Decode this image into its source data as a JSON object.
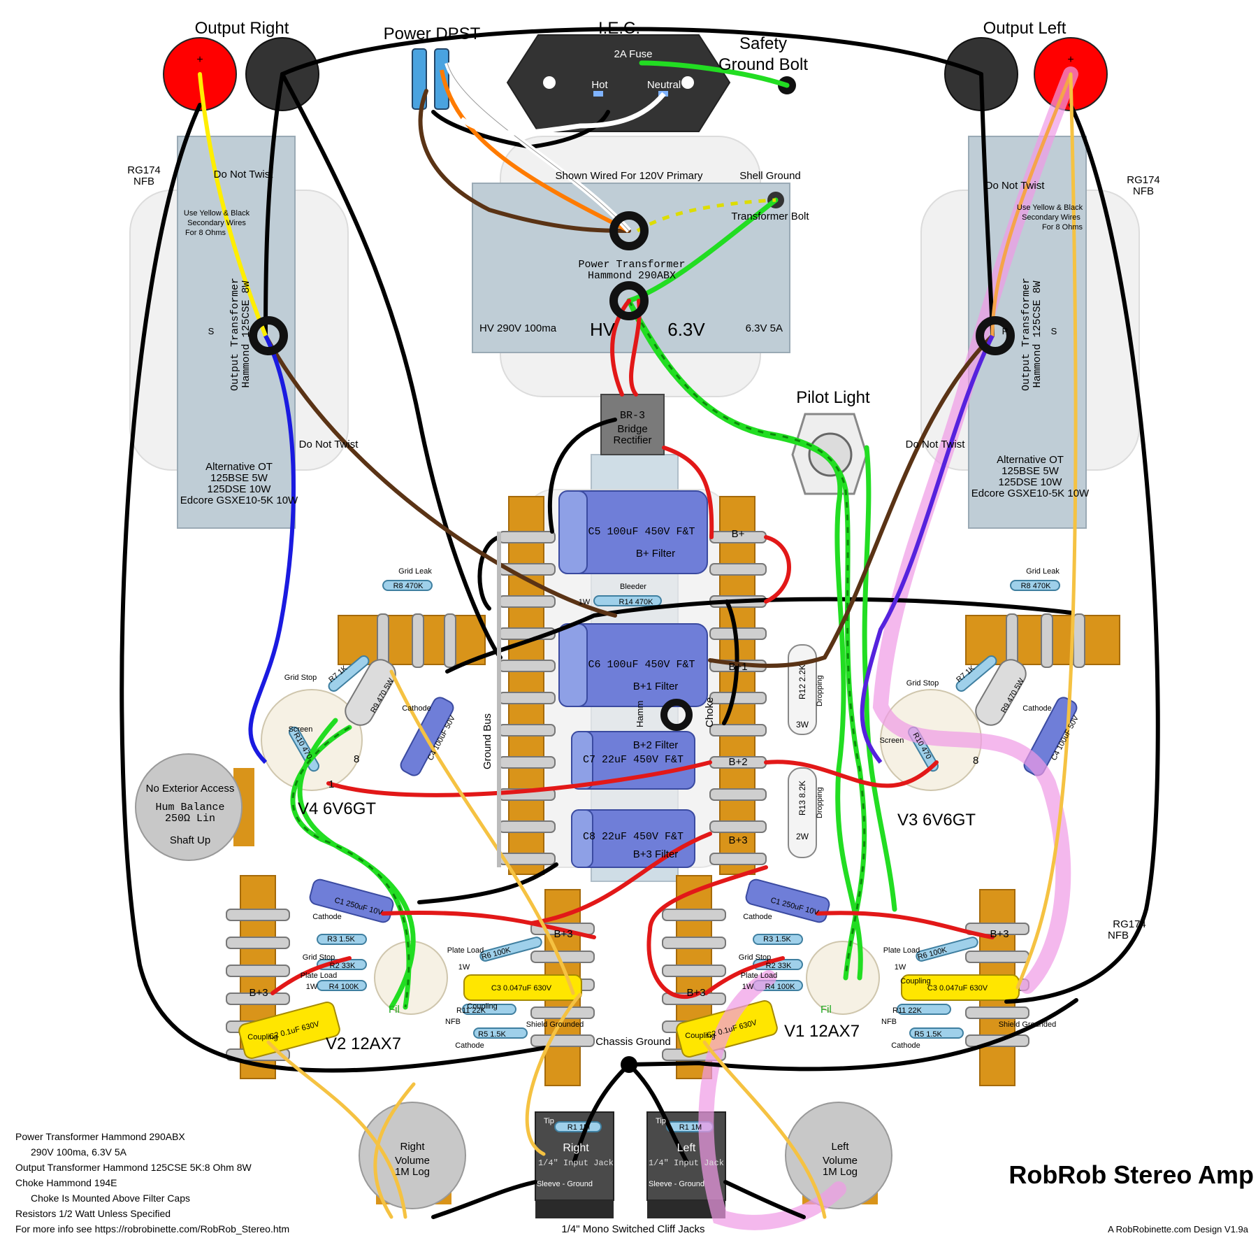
{
  "top": {
    "output_right": "Output Right",
    "output_left": "Output Left",
    "power_dpst": "Power DPST",
    "iec": "I.E.C.",
    "fuse": "2A Fuse",
    "hot": "Hot",
    "neutral": "Neutral",
    "safety_ground_1": "Safety",
    "safety_ground_2": "Ground Bolt",
    "plus": "+"
  },
  "power_transformer": {
    "wired_for": "Shown Wired For 120V Primary",
    "shell_ground": "Shell Ground",
    "transformer_bolt": "Transformer Bolt",
    "name_1": "Power Transformer",
    "name_2": "Hammond 290ABX",
    "hv_spec": "HV 290V 100ma",
    "hv": "HV",
    "fil": "6.3V",
    "fil_spec": "6.3V 5A"
  },
  "ot_right": {
    "rg174": "RG174",
    "nfb": "NFB",
    "do_not_twist_top": "Do Not Twist",
    "note_1": "Use Yellow & Black",
    "note_2": "Secondary Wires",
    "note_3": "For 8 Ohms",
    "s": "S",
    "name_1": "Output Transformer",
    "name_2": "Hammond 125CSE 8W",
    "do_not_twist_bottom": "Do Not Twist",
    "alt_1": "Alternative OT",
    "alt_2": "125BSE 5W",
    "alt_3": "125DSE 10W",
    "alt_4": "Edcore GSXE10-5K 10W"
  },
  "ot_left": {
    "rg174": "RG174",
    "nfb": "NFB",
    "do_not_twist_top": "Do Not Twist",
    "note_1": "Use Yellow & Black",
    "note_2": "Secondary Wires",
    "note_3": "For 8 Ohms",
    "s": "S",
    "p": "P",
    "name_1": "Output Transformer",
    "name_2": "Hammond 125CSE 8W",
    "do_not_twist_bottom": "Do Not Twist",
    "alt_1": "Alternative OT",
    "alt_2": "125BSE 5W",
    "alt_3": "125DSE 10W",
    "alt_4": "Edcore GSXE10-5K 10W"
  },
  "rectifier": {
    "part": "BR-3",
    "name_1": "Bridge",
    "name_2": "Rectifier"
  },
  "pilot_light": "Pilot Light",
  "caps": {
    "c5": "C5  100uF  450V  F&T",
    "c5_role": "B+ Filter",
    "bleeder": "Bleeder",
    "r14": "R14  470K",
    "w1": "1W",
    "c6": "C6  100uF  450V  F&T",
    "c6_role": "B+1 Filter",
    "c7_role": "B+2 Filter",
    "c7": "C7  22uF  450V  F&T",
    "c8": "C8  22uF  450V  F&T",
    "c8_role": "B+3 Filter",
    "b_plus": "B+",
    "b_plus1": "B+1",
    "b_plus2": "B+2",
    "b_plus3": "B+3",
    "ground_bus": "Ground Bus",
    "choke": "Choke",
    "hamm": "Hamm"
  },
  "dropping": {
    "r12": "R12  2.2K",
    "r12_w": "3W",
    "r13": "R13  8.2K",
    "r13_w": "2W",
    "dropping": "Dropping"
  },
  "v4": {
    "grid_leak": "Grid Leak",
    "r8": "R8  470K",
    "grid_stop": "Grid Stop",
    "r7": "R7  1K",
    "r9": "R9  470  5W",
    "cathode": "Cathode",
    "c4": "C4  100uF  50V",
    "screen": "Screen",
    "r10": "R10  470",
    "pin8": "8",
    "pin1": "1",
    "name": "V4 6V6GT"
  },
  "v3": {
    "grid_leak": "Grid Leak",
    "r8": "R8  470K",
    "grid_stop": "Grid Stop",
    "r7": "R7  1K",
    "r9": "R9  470  5W",
    "cathode": "Cathode",
    "c4": "C4  100uF  50V",
    "screen": "Screen",
    "r10": "R10  470",
    "pin8": "8",
    "name": "V3 6V6GT"
  },
  "hum": {
    "no_access": "No Exterior Access",
    "name_1": "Hum Balance",
    "name_2": "250Ω Lin",
    "shaft": "Shaft Up"
  },
  "v2": {
    "c1": "C1  250uF  10V",
    "cathode_top": "Cathode",
    "r3": "R3  1.5K",
    "grid_stop": "Grid Stop",
    "r2": "R2  33K",
    "plate_load": "Plate Load",
    "r4": "R4  100K",
    "w1": "1W",
    "b_plus3": "B+3",
    "plate_load_r": "Plate Load",
    "r6": "R6  100K",
    "w1b": "1W",
    "c3": "C3  0.047uF  630V",
    "coupling": "Coupling",
    "r11": "R11  22K",
    "nfb": "NFB",
    "r5": "R5  1.5K",
    "cathode": "Cathode",
    "shield": "Shield Grounded",
    "c2": "C2  0.1uF  630V",
    "coupling2": "Coupling",
    "fil": "Fil",
    "b_plus3_r": "B+3",
    "name": "V2 12AX7"
  },
  "v1": {
    "c1": "C1  250uF  10V",
    "cathode_top": "Cathode",
    "r3": "R3  1.5K",
    "grid_stop": "Grid Stop",
    "r2": "R2  33K",
    "plate_load": "Plate Load",
    "r4": "R4  100K",
    "w1": "1W",
    "b_plus3": "B+3",
    "plate_load_r": "Plate Load",
    "r6": "R6  100K",
    "w1b": "1W",
    "c3": "C3  0.047uF  630V",
    "coupling": "Coupling",
    "r11": "R11  22K",
    "nfb": "NFB",
    "r5": "R5  1.5K",
    "cathode": "Cathode",
    "shield": "Shield Grounded",
    "c2": "C2  0.1uF  630V",
    "coupling2": "Coupling",
    "fil": "Fil",
    "b_plus3_r": "B+3",
    "name": "V1 12AX7"
  },
  "rg174_nfb_bottom": {
    "rg174": "RG174",
    "nfb": "NFB"
  },
  "chassis_ground": "Chassis Ground",
  "jacks": {
    "right_tip": "Tip",
    "right_r1": "R1  1M",
    "right_name": "Right",
    "right_type": "1/4\" Input Jack",
    "right_sleeve": "Sleeve - Ground",
    "left_tip": "Tip",
    "left_r1": "R1  1M",
    "left_name": "Left",
    "left_type": "1/4\" Input Jack",
    "left_sleeve": "Sleeve - Ground",
    "caption": "1/4\" Mono Switched Cliff Jacks"
  },
  "volume": {
    "right_1": "Right",
    "right_2": "Volume",
    "right_3": "1M Log",
    "left_1": "Left",
    "left_2": "Volume",
    "left_3": "1M Log"
  },
  "notes": [
    "Power Transformer Hammond 290ABX",
    "290V 100ma, 6.3V 5A",
    "Output Transformer Hammond 125CSE 5K:8 Ohm 8W",
    "Choke Hammond 194E",
    "Choke Is Mounted Above Filter Caps",
    "Resistors 1/2 Watt Unless Specified",
    "For more info see https://robrobinette.com/RobRob_Stereo.htm"
  ],
  "title": "RobRob Stereo Amp",
  "credit": "A RobRobinette.com Design V1.9a",
  "colors": {
    "board": "#d9941a",
    "transformer": "#bfcdd6",
    "cap_body": "#6f7ed8",
    "cap_end": "#8ea0e6",
    "wire_green": "#22dd22",
    "wire_red": "#e21818",
    "wire_black": "#000000",
    "wire_yellow": "#f5c242",
    "wire_blue": "#1a1ae0",
    "wire_brown": "#5a3315",
    "highlight": "#f09ae6",
    "terminal_red": "#ff0000"
  }
}
